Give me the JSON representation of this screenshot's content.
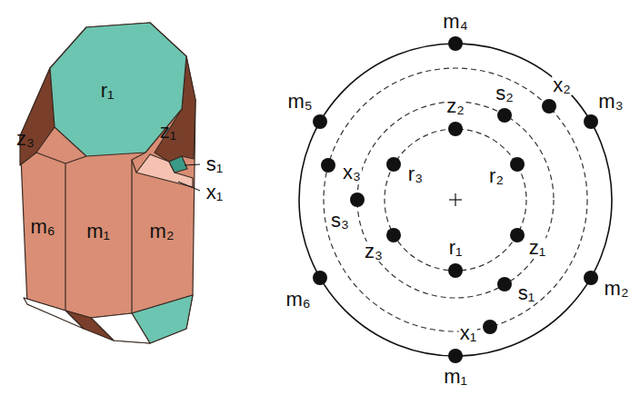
{
  "diagram": {
    "labels": [
      "z₃",
      "r₁",
      "z₁",
      "s₁",
      "x₁",
      "m₆",
      "m₁",
      "m₂",
      "m₄",
      "m₅",
      "m₃",
      "x₃",
      "z₂",
      "s₂",
      "x₂",
      "r₃",
      "r₂",
      "s₃",
      "z₃",
      "z₁",
      "r₁",
      "m₆",
      "s₁",
      "m₂",
      "x₁",
      "m₁"
    ]
  }
}
